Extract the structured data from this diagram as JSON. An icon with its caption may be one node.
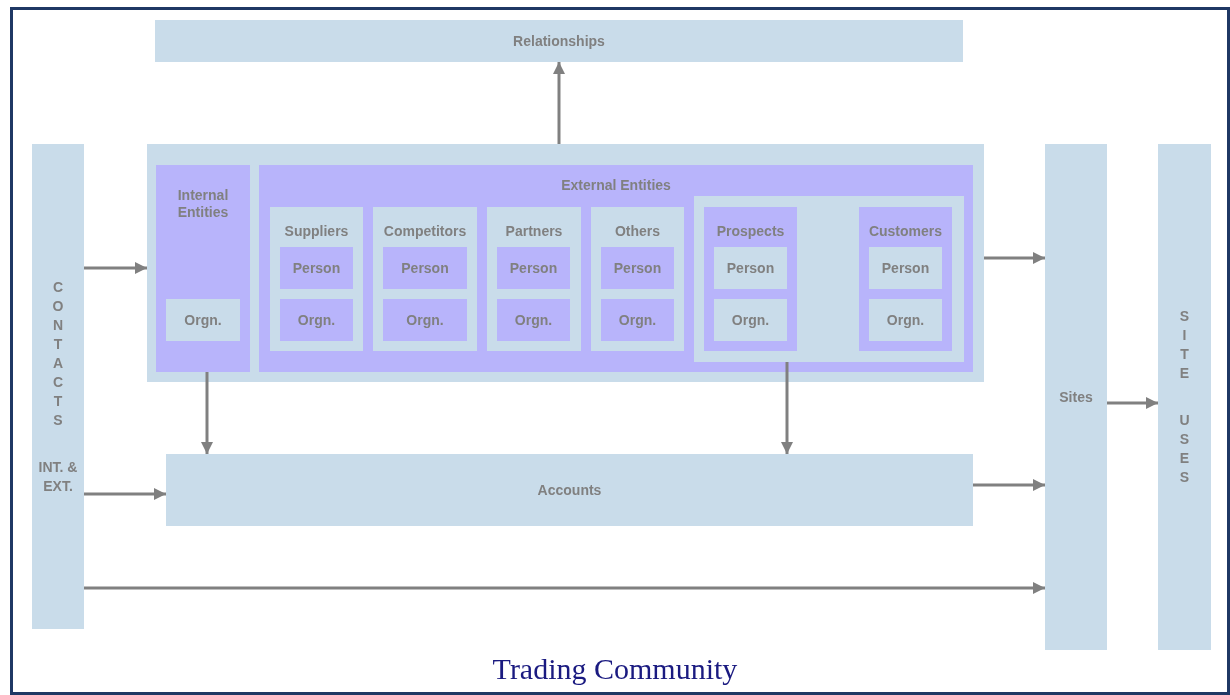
{
  "diagram": {
    "caption": "Trading Community",
    "nodes": [
      {
        "text": [
          "Relationships"
        ]
      },
      {
        "text": [],
        "shape": "box"
      },
      {
        "text": [
          "Internal Entities"
        ],
        "in": 1
      },
      {
        "text": [
          "Orgn."
        ],
        "in": 2
      },
      {
        "text": [
          "External Entities"
        ],
        "in": 1
      },
      {
        "text": [
          "Suppliers"
        ],
        "in": 4
      },
      {
        "text": [
          "Person"
        ],
        "in": 5
      },
      {
        "text": [
          "Orgn."
        ],
        "in": 5
      },
      {
        "text": [
          "Competitors"
        ],
        "in": 4
      },
      {
        "text": [
          "Person"
        ],
        "in": 8
      },
      {
        "text": [
          "Orgn."
        ],
        "in": 8
      },
      {
        "text": [
          "Partners"
        ],
        "in": 4
      },
      {
        "text": [
          "Person"
        ],
        "in": 11
      },
      {
        "text": [
          "Orgn."
        ],
        "in": 11
      },
      {
        "text": [
          "Others"
        ],
        "in": 4
      },
      {
        "text": [
          "Person"
        ],
        "in": 14
      },
      {
        "text": [
          "Orgn."
        ],
        "in": 14
      },
      {
        "text": [],
        "shape": "box",
        "in": 4
      },
      {
        "text": [
          "Prospects"
        ],
        "in": 17
      },
      {
        "text": [
          "Person"
        ],
        "in": 18
      },
      {
        "text": [
          "Orgn."
        ],
        "in": 18
      },
      {
        "text": [
          "Customers"
        ],
        "in": 17
      },
      {
        "text": [
          "Person"
        ],
        "in": 21
      },
      {
        "text": [
          "Orgn."
        ],
        "in": 21
      },
      {
        "text": [
          "C O N T A C T S",
          "INT. & EXT."
        ]
      },
      {
        "text": [
          "Accounts"
        ]
      },
      {
        "text": [
          "Sites"
        ]
      },
      {
        "text": [
          "S I T E",
          "U S E S"
        ]
      }
    ],
    "edges": [
      {
        "from": 1,
        "to": 0,
        "arrow": "to"
      },
      {
        "from": 24,
        "to": 1,
        "arrow": "to"
      },
      {
        "from": 24,
        "to": 25,
        "arrow": "to"
      },
      {
        "from": 24,
        "to": 26,
        "arrow": "to"
      },
      {
        "from": 2,
        "to": 25,
        "arrow": "to"
      },
      {
        "from": 17,
        "to": 25,
        "arrow": "to"
      },
      {
        "from": 1,
        "to": 26,
        "arrow": "to"
      },
      {
        "from": 25,
        "to": 26,
        "arrow": "to"
      },
      {
        "from": 26,
        "to": 27,
        "arrow": "to"
      }
    ]
  }
}
